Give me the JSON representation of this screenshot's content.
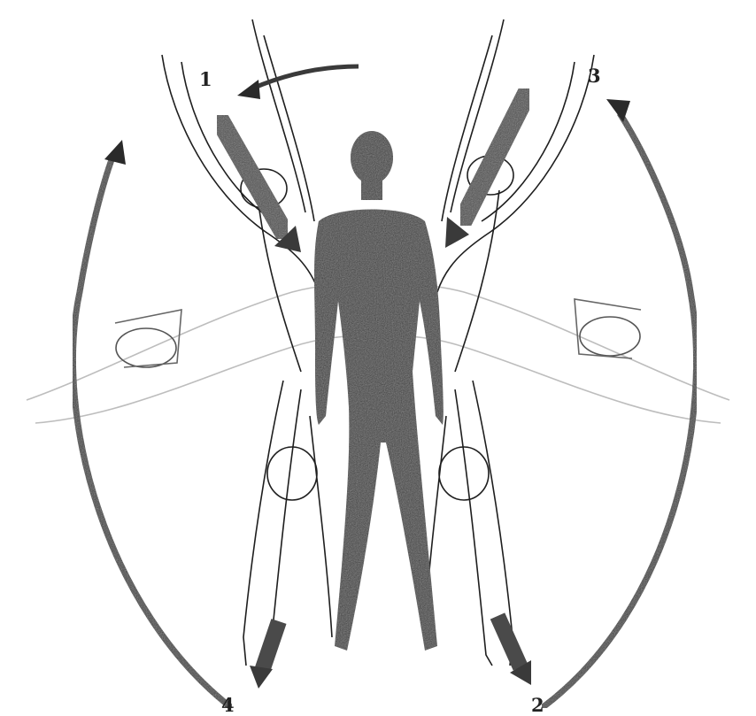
{
  "labels": {
    "step1": "1",
    "step2": "2",
    "step3": "3",
    "step4": "4"
  },
  "colors": {
    "ink": "#2a2a2a",
    "figure_fill": "#3d3d3d",
    "outline": "#1e1e1e",
    "ghost_outline": "#b5b5b5",
    "arrow": "#4a4a4a",
    "background": "#ffffff"
  }
}
